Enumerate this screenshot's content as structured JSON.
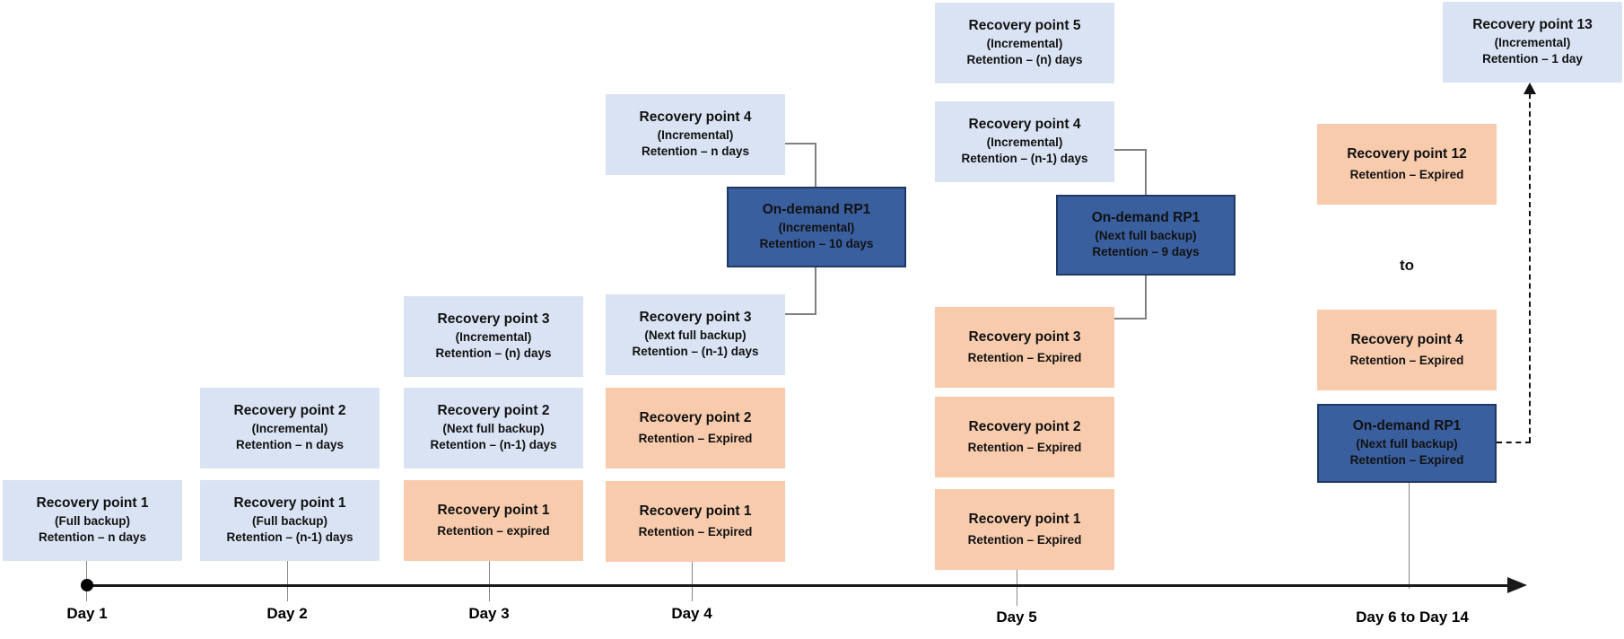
{
  "colors": {
    "box_light_blue": "#dae3f3",
    "box_expired_orange": "#f8cbad",
    "box_on_demand_dark_blue": "#3a5f9f",
    "box_on_demand_border": "#1f3864",
    "connector_gray": "#808080",
    "timeline_black": "#1a1a1a"
  },
  "timeline": {
    "day_labels": [
      "Day 1",
      "Day 2",
      "Day 3",
      "Day 4",
      "Day 5",
      "Day 6 to Day 14"
    ]
  },
  "range_label": "to",
  "boxes": {
    "d1_rp1": {
      "title": "Recovery point 1",
      "subtitle": "(Full backup)",
      "retention": "Retention – n days"
    },
    "d2_rp2": {
      "title": "Recovery point 2",
      "subtitle": "(Incremental)",
      "retention": "Retention – n days"
    },
    "d2_rp1": {
      "title": "Recovery point 1",
      "subtitle": "(Full backup)",
      "retention": "Retention – (n-1) days"
    },
    "d3_rp3": {
      "title": "Recovery point 3",
      "subtitle": "(Incremental)",
      "retention": "Retention – (n) days"
    },
    "d3_rp2": {
      "title": "Recovery point 2",
      "subtitle": "(Next full backup)",
      "retention": "Retention – (n-1) days"
    },
    "d3_rp1": {
      "title": "Recovery point 1",
      "retention": "Retention – expired"
    },
    "d4_rp4": {
      "title": "Recovery point 4",
      "subtitle": "(Incremental)",
      "retention": "Retention – n days"
    },
    "d4_od": {
      "title": "On-demand RP1",
      "subtitle": "(Incremental)",
      "retention": "Retention – 10 days"
    },
    "d4_rp3": {
      "title": "Recovery point 3",
      "subtitle": "(Next full backup)",
      "retention": "Retention – (n-1) days"
    },
    "d4_rp2": {
      "title": "Recovery point 2",
      "retention": "Retention – Expired"
    },
    "d4_rp1": {
      "title": "Recovery point 1",
      "retention": "Retention – Expired"
    },
    "d5_rp5": {
      "title": "Recovery point 5",
      "subtitle": "(Incremental)",
      "retention": "Retention – (n) days"
    },
    "d5_rp4": {
      "title": "Recovery point 4",
      "subtitle": "(Incremental)",
      "retention": "Retention – (n-1) days"
    },
    "d5_od": {
      "title": "On-demand RP1",
      "subtitle": "(Next full backup)",
      "retention": "Retention – 9 days"
    },
    "d5_rp3": {
      "title": "Recovery point 3",
      "retention": "Retention – Expired"
    },
    "d5_rp2": {
      "title": "Recovery point 2",
      "retention": "Retention – Expired"
    },
    "d5_rp1": {
      "title": "Recovery point 1",
      "retention": "Retention – Expired"
    },
    "d6_rp13": {
      "title": "Recovery point 13",
      "subtitle": "(Incremental)",
      "retention": "Retention – 1 day"
    },
    "d6_rp12": {
      "title": "Recovery point 12",
      "retention": "Retention – Expired"
    },
    "d6_rp4": {
      "title": "Recovery point 4",
      "retention": "Retention – Expired"
    },
    "d6_od": {
      "title": "On-demand RP1",
      "subtitle": "(Next full backup)",
      "retention": "Retention – Expired"
    }
  }
}
